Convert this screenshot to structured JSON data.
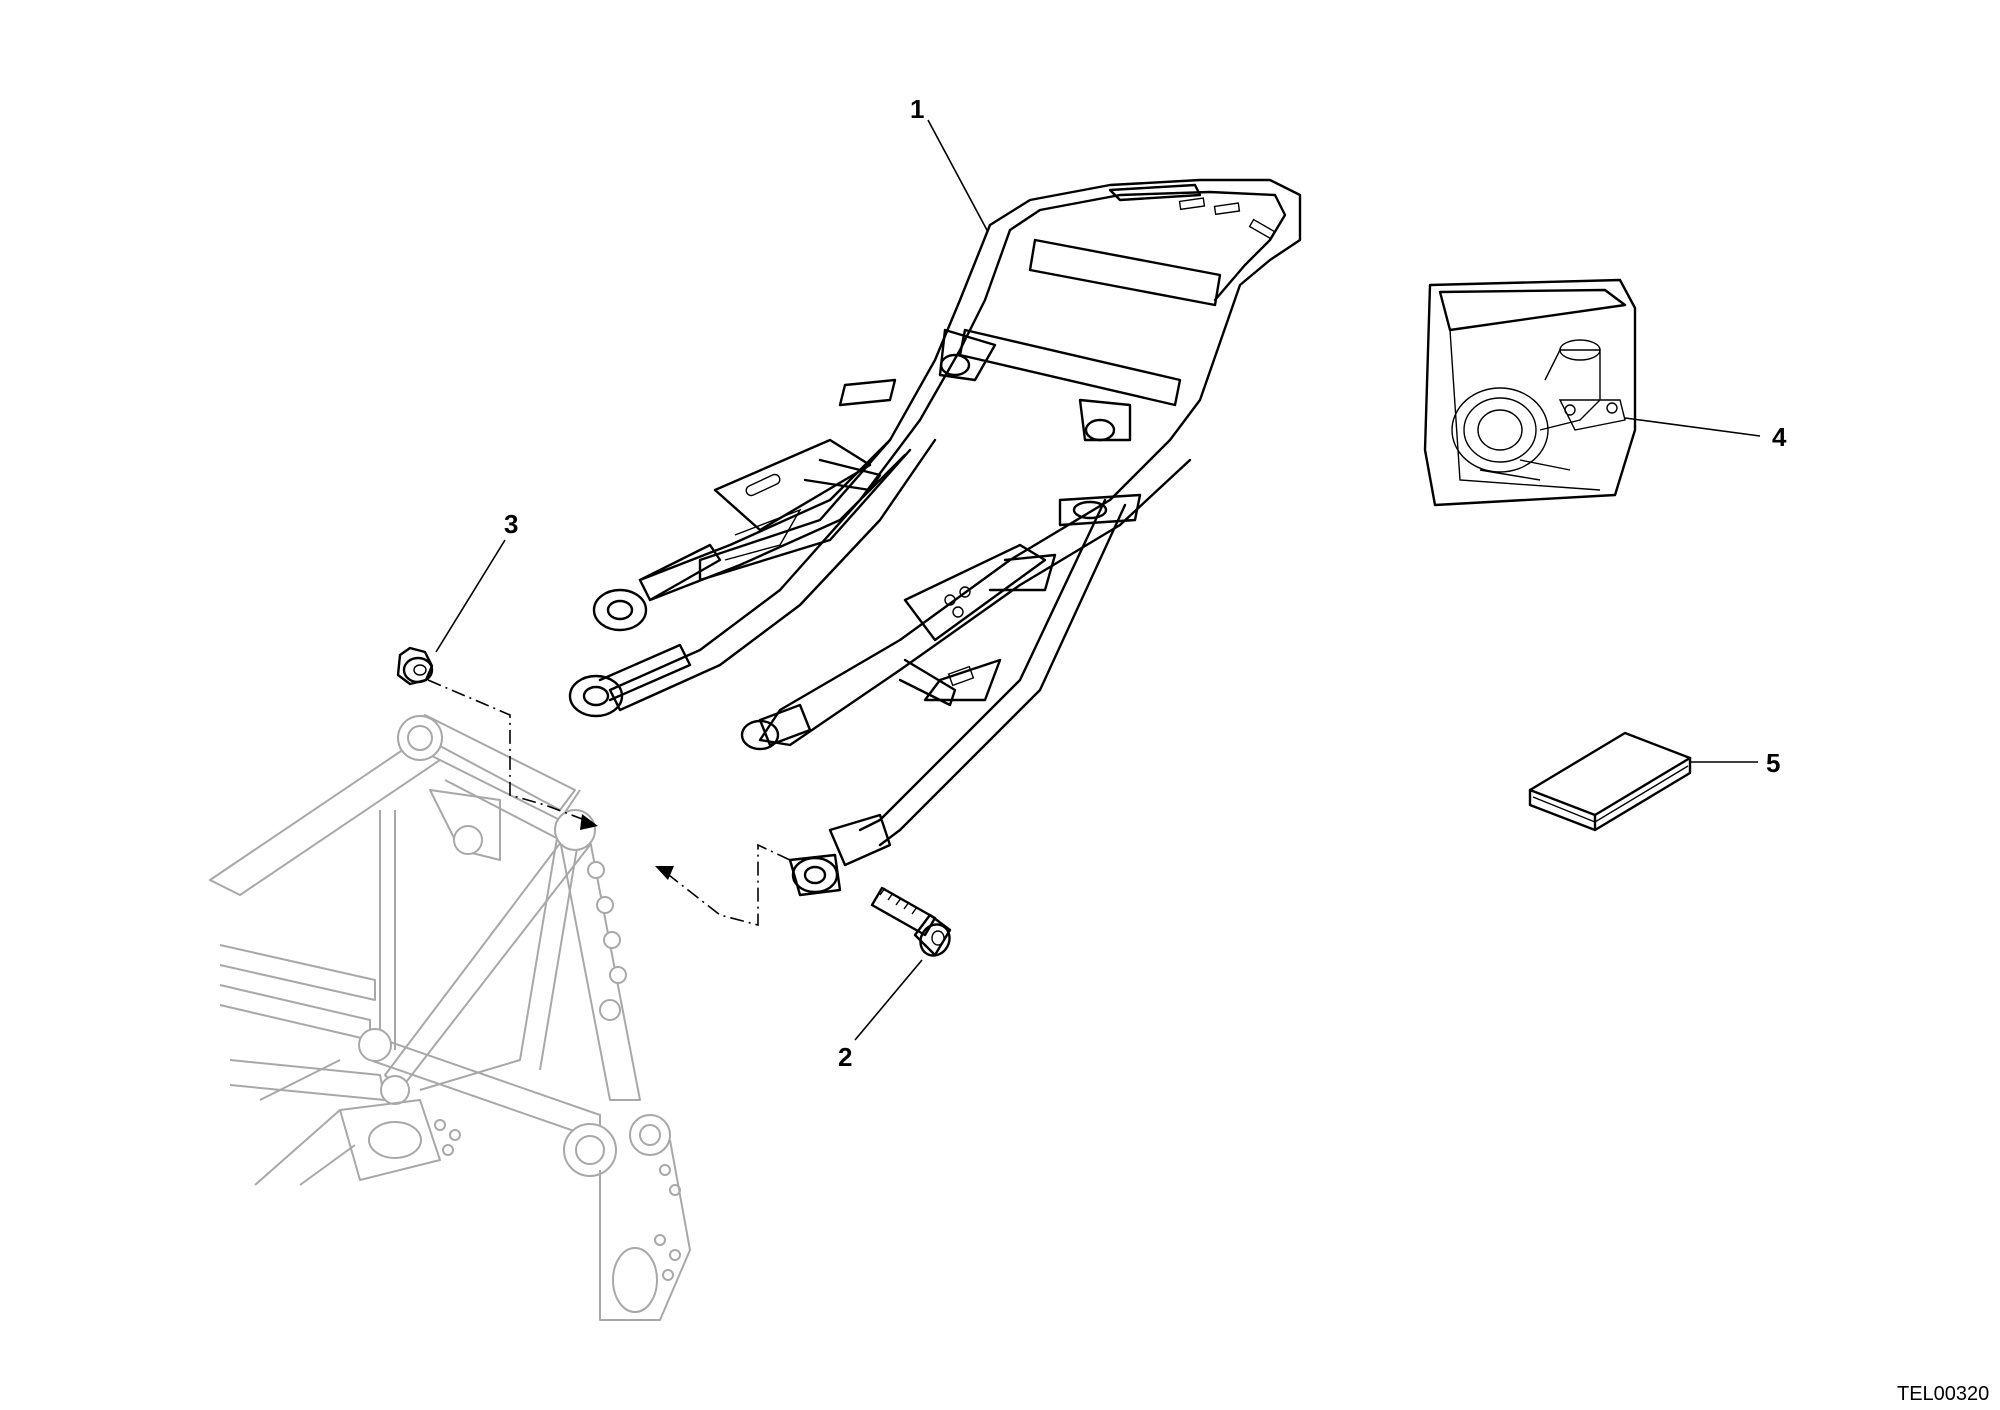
{
  "callouts": [
    {
      "label": "1"
    },
    {
      "label": "2"
    },
    {
      "label": "3"
    },
    {
      "label": "4"
    },
    {
      "label": "5"
    }
  ],
  "drawing_code": "TEL00320"
}
